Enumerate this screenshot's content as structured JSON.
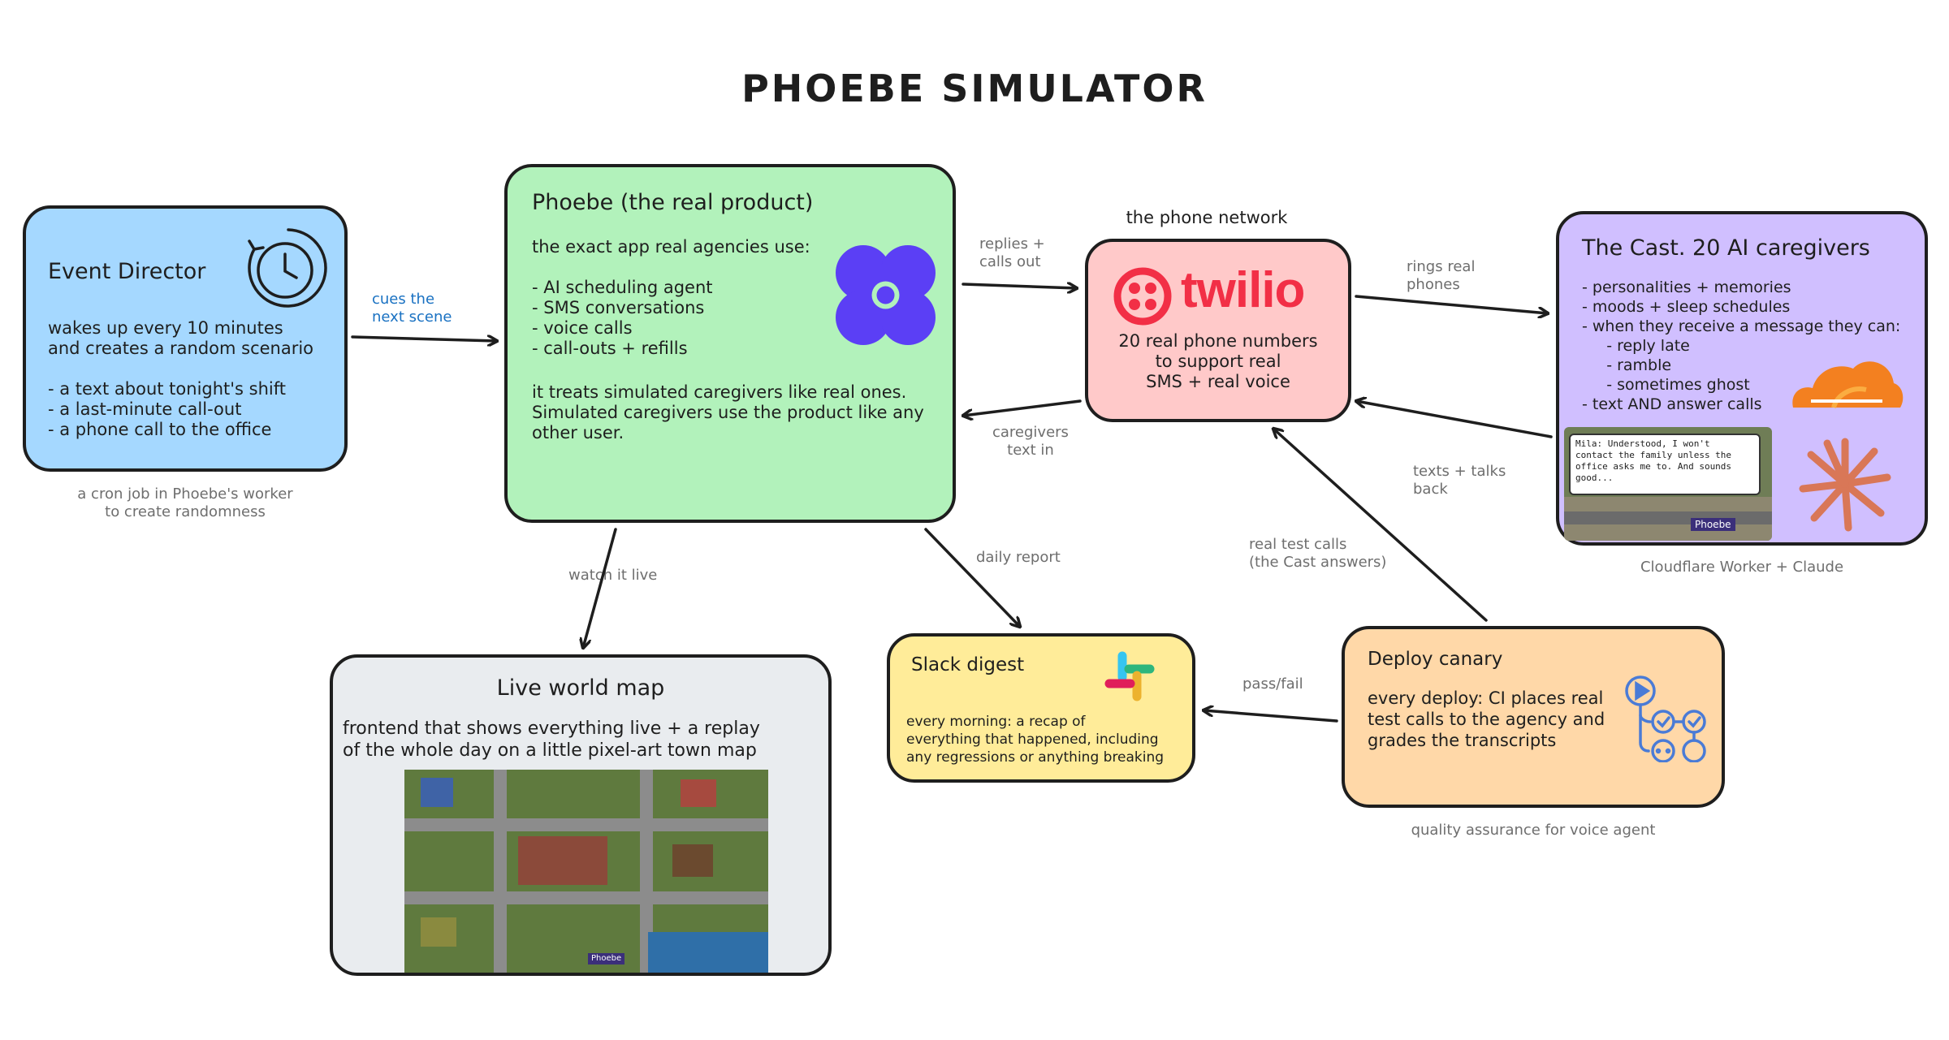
{
  "title": "PHOEBE SIMULATOR",
  "event_director": {
    "title": "Event Director",
    "body": "wakes up every 10 minutes\nand creates a random scenario\n\n- a text about tonight's shift\n- a last-minute call-out\n- a phone call to the office",
    "note": "a cron job in Phoebe's worker\nto create randomness",
    "icon": "clock-icon"
  },
  "phoebe": {
    "title": "Phoebe (the real product)",
    "intro": "the exact app real agencies use:",
    "features": "- AI scheduling agent\n- SMS conversations\n- voice calls\n- call-outs + refills",
    "body": "it treats simulated caregivers like real ones.\nSimulated caregivers use the product like any\nother user.",
    "icon": "phoebe-logo-icon"
  },
  "twilio": {
    "header": "the phone network",
    "logo": "twilio",
    "body": "20 real phone numbers\nto support real\nSMS + real voice"
  },
  "cast": {
    "title": "The Cast. 20 AI caregivers",
    "body": "- personalities + memories\n- moods + sleep schedules\n- when they receive a message they can:\n     - reply late\n     - ramble\n     - sometimes ghost\n- text AND answer calls",
    "screenshot_text": "Mila: Understood, I won't\ncontact the family unless the\noffice asks me to. And sounds\ngood...",
    "screenshot_tag": "Phoebe",
    "note": "Cloudflare Worker + Claude",
    "icons": [
      "cloudflare-icon",
      "claude-icon"
    ]
  },
  "map": {
    "title": "Live world map",
    "body": "frontend that shows everything live + a replay\nof the whole day on a little pixel-art town map",
    "tag": "Phoebe"
  },
  "slack": {
    "title": "Slack digest",
    "body": "every morning: a recap of\neverything that happened, including\nany regressions or anything breaking",
    "icon": "slack-icon"
  },
  "canary": {
    "title": "Deploy canary",
    "body": "every deploy: CI places real\ntest calls to the agency and\ngrades the transcripts",
    "note": "quality assurance for voice agent",
    "icon": "workflow-icon"
  },
  "edges": {
    "cues": "cues the\nnext scene",
    "replies": "replies +\ncalls out",
    "caregivers_in": "caregivers\ntext in",
    "rings": "rings real\nphones",
    "texts_back": "texts + talks\nback",
    "watch": "watch it live",
    "daily": "daily report",
    "test_calls": "real test calls\n(the Cast answers)",
    "passfail": "pass/fail"
  },
  "colors": {
    "event_director": "#a5d8ff",
    "phoebe": "#b2f2bb",
    "twilio": "#ffc9c9",
    "twilio_red": "#f22f46",
    "cast": "#d0bfff",
    "map": "#e9ecef",
    "slack": "#ffec99",
    "canary": "#ffd8a8",
    "phoebe_purple": "#5b3ff5",
    "accent_text": "#1971c2"
  }
}
